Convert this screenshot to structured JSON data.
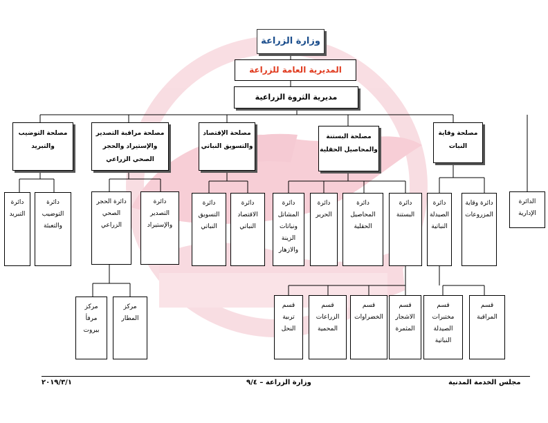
{
  "watermark": {
    "color": "#f3b4c0"
  },
  "ministry": "وزارة الزراعة",
  "directorate_general": "المديرية العامة للزراعة",
  "directorate": "مديرية الثروة الزراعية",
  "departments": {
    "cooling": "مصلحة التوضيب\nوالتبريد",
    "export": "مصلحة مراقبة التصدير\nوالإستيراد والحجر\nالصحي الزراعي",
    "economy": "مصلحة الإقتصاد\nوالتسويق النباتي",
    "horticulture": "مصلحة البستنة\nوالمحاصيل الحقلية",
    "protection": "مصلحة وقاية\nالنبات"
  },
  "offices": {
    "cooling": "دائرة\nالتبريد",
    "packaging": "دائرة\nالتوضيب\nوالتعبئة",
    "quarantine": "دائرة الحجر\nالصحي\nالزراعي",
    "export_import": "دائرة\nالتصدير\nوالإستيراد",
    "marketing": "دائرة\nالتسويق\nالنباتي",
    "plant_economy": "دائرة\nالاقتصاد\nالنباتي",
    "nurseries": "دائرة\nالمشاتل\nونباتات\nالزينة\nوالازهار",
    "silk": "دائرة\nالحرير",
    "field_crops": "دائرة\nالمحاصيل\nالحقلية",
    "horticulture": "دائرة\nالبستنة",
    "pharmacy": "دائرة\nالصيدلة\nالنباتية",
    "crop_protection": "دائرة وقاية\nالمزروعات",
    "administrative": "الدائرة\nالإدارية"
  },
  "centers": {
    "beirut_port": "مركز\nمرفأ\nبيروت",
    "airport": "مركز\nالمطار"
  },
  "sections": {
    "beekeeping": "قسم\nتربية\nالنحل",
    "greenhouses": "قسم\nالزراعات\nالمحمية",
    "vegetables": "قسم\nالخضراوات",
    "fruit_trees": "قسم\nالاشجار\nالمثمرة",
    "labs": "قسم\nمختبرات\nالصيدلة\nالنباتية",
    "monitoring": "قسم\nالمراقبة"
  },
  "footer": {
    "date": "٢٠١٩/٣/١",
    "page": "وزارة الزراعة – ٩/٤",
    "council": "مجلس الخدمة المدنية"
  }
}
